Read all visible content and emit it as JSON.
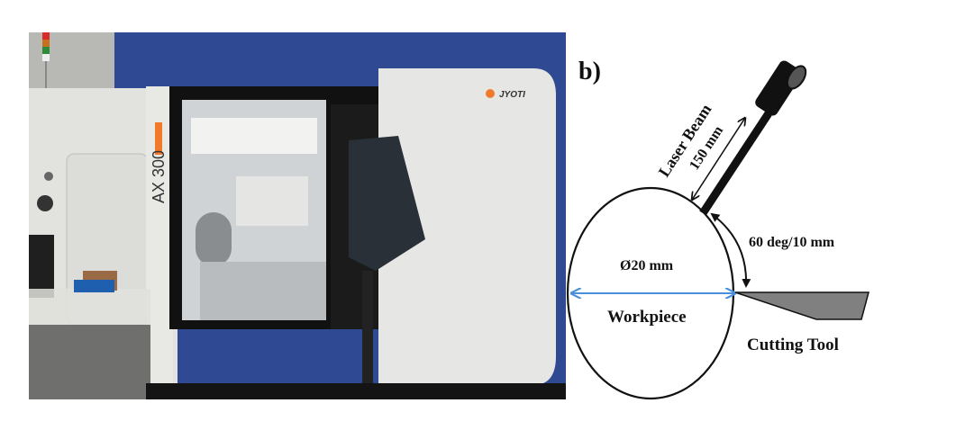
{
  "figure": {
    "panel_a": {
      "type": "photo",
      "description": "CNC turning center with laser attachment",
      "machine_model_label": "AX 300",
      "brand_label": "JYOTI"
    },
    "panel_b": {
      "label": "b)",
      "laser_beam_label": "Laser Beam",
      "standoff_label": "150 mm",
      "angle_label": "60 deg/10 mm",
      "diameter_label": "Ø20 mm",
      "workpiece_label": "Workpiece",
      "tool_label": "Cutting Tool"
    },
    "colors": {
      "wall_blue": "#2f4a92",
      "machine_white": "#e6e6e4",
      "accent_orange": "#f07a2a",
      "diameter_arrow": "#4a8fdb",
      "tool_fill": "#808080"
    }
  }
}
